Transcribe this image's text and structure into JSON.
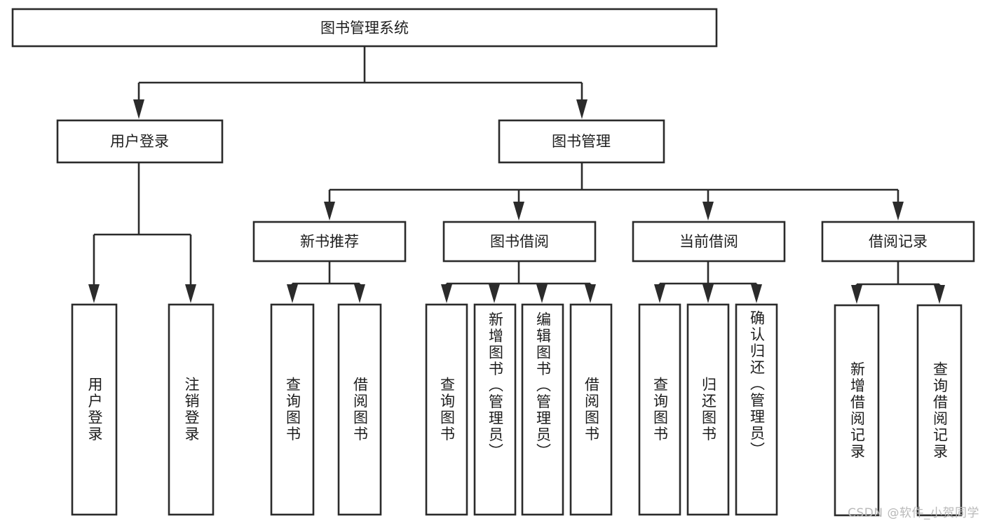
{
  "diagram": {
    "title": "图书管理系统",
    "type": "tree-hierarchy-diagram",
    "colors": {
      "background": "#ffffff",
      "box_fill": "#ffffff",
      "box_stroke": "#2b2b2b",
      "text": "#1d1d1d",
      "watermark": "#b9b9b9"
    },
    "root": {
      "label": "图书管理系统",
      "orientation": "horizontal"
    },
    "level2": [
      {
        "label": "用户登录",
        "orientation": "horizontal"
      },
      {
        "label": "图书管理",
        "orientation": "horizontal"
      }
    ],
    "level3": [
      {
        "label": "新书推荐",
        "orientation": "horizontal"
      },
      {
        "label": "图书借阅",
        "orientation": "horizontal"
      },
      {
        "label": "当前借阅",
        "orientation": "horizontal"
      },
      {
        "label": "借阅记录",
        "orientation": "horizontal"
      }
    ],
    "leaves": {
      "user_login": [
        {
          "label": "用户登录",
          "orientation": "vertical"
        },
        {
          "label": "注销登录",
          "orientation": "vertical"
        }
      ],
      "new_book_recommend": [
        {
          "label": "查询图书",
          "orientation": "vertical"
        },
        {
          "label": "借阅图书",
          "orientation": "vertical"
        }
      ],
      "book_borrow": [
        {
          "label": "查询图书",
          "orientation": "vertical"
        },
        {
          "label": "新增图书（管理员）",
          "orientation": "vertical"
        },
        {
          "label": "编辑图书（管理员）",
          "orientation": "vertical"
        },
        {
          "label": "借阅图书",
          "orientation": "vertical"
        }
      ],
      "current_borrow": [
        {
          "label": "查询图书",
          "orientation": "vertical"
        },
        {
          "label": "归还图书",
          "orientation": "vertical"
        },
        {
          "label": "确认归还（管理员）",
          "orientation": "vertical"
        }
      ],
      "borrow_record": [
        {
          "label": "新增借阅记录",
          "orientation": "vertical"
        },
        {
          "label": "查询借阅记录",
          "orientation": "vertical"
        }
      ]
    }
  },
  "watermark": {
    "text": "CSDN @软件_小贺同学"
  }
}
